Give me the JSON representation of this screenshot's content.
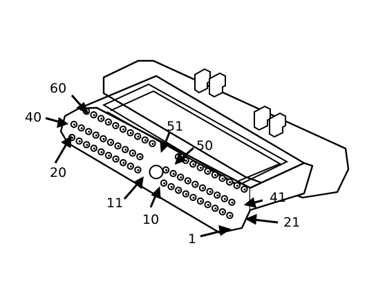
{
  "diagram": {
    "pin_labels": [
      {
        "id": "60",
        "text": "60"
      },
      {
        "id": "40",
        "text": "40"
      },
      {
        "id": "20",
        "text": "20"
      },
      {
        "id": "51",
        "text": "51"
      },
      {
        "id": "50",
        "text": "50"
      },
      {
        "id": "11",
        "text": "11"
      },
      {
        "id": "10",
        "text": "10"
      },
      {
        "id": "41",
        "text": "41"
      },
      {
        "id": "21",
        "text": "21"
      },
      {
        "id": "1",
        "text": "1"
      }
    ],
    "pin_rows": [
      {
        "name": "row-41-60",
        "count": 20
      },
      {
        "name": "row-21-40",
        "count": 20
      },
      {
        "name": "row-1-20",
        "count": 20
      }
    ]
  }
}
